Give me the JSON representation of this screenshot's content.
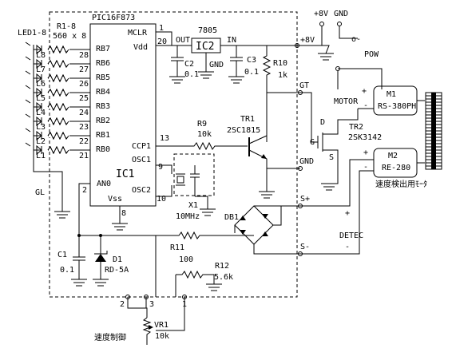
{
  "ic1": {
    "part": "PIC16F873",
    "ref": "IC1",
    "mclr": "MCLR",
    "vdd": "Vdd",
    "vss": "Vss",
    "an0": "AN0",
    "ccp1": "CCP1",
    "osc1": "OSC1",
    "osc2": "OSC2",
    "pin_mclr": "1",
    "pin_vdd": "20",
    "pin_an0": "2",
    "pin_vss": "8",
    "pin_ccp1": "13",
    "pin_osc1": "9",
    "pin_osc2": "10",
    "ports": [
      {
        "name": "RB7",
        "pin": "28",
        "led": "L8"
      },
      {
        "name": "RB6",
        "pin": "27",
        "led": "L7"
      },
      {
        "name": "RB5",
        "pin": "26",
        "led": "L6"
      },
      {
        "name": "RB4",
        "pin": "25",
        "led": "L5"
      },
      {
        "name": "RB3",
        "pin": "24",
        "led": "L4"
      },
      {
        "name": "RB2",
        "pin": "23",
        "led": "L3"
      },
      {
        "name": "RB1",
        "pin": "22",
        "led": "L2"
      },
      {
        "name": "RB0",
        "pin": "21",
        "led": "L1"
      }
    ]
  },
  "leds": {
    "label": "LED1-8",
    "gl": "GL"
  },
  "resnet": {
    "ref": "R1-8",
    "value": "560 x 8"
  },
  "reg": {
    "part": "7805",
    "ref": "IC2",
    "out": "OUT",
    "in": "IN",
    "gnd": "GND"
  },
  "c2": {
    "ref": "C2",
    "value": "0.1"
  },
  "c3": {
    "ref": "C3",
    "value": "0.1"
  },
  "r10": {
    "ref": "R10",
    "value": "1k"
  },
  "r9": {
    "ref": "R9",
    "value": "10k"
  },
  "tr1": {
    "ref": "TR1",
    "part": "2SC1815"
  },
  "xtal": {
    "ref": "X1",
    "value": "10MHz"
  },
  "rails": {
    "v8": "+8V",
    "v8_right": "+8V",
    "gnd": "GND",
    "gt": "GT",
    "gnd_right": "GND",
    "splus": "S+",
    "sminus": "S-",
    "pow": "POW",
    "motor": "MOTOR",
    "detec": "DETEC",
    "plus": "+",
    "minus": "-",
    "open": "o-"
  },
  "tr2": {
    "ref": "TR2",
    "part": "2SK3142",
    "d": "D",
    "g": "G",
    "s": "S"
  },
  "m1": {
    "ref": "M1",
    "part": "RS-380PH"
  },
  "m2": {
    "ref": "M2",
    "part": "RE-280",
    "caption": "速度検出用ﾓｰﾀ"
  },
  "db1": {
    "ref": "DB1"
  },
  "r11": {
    "ref": "R11",
    "value": "100"
  },
  "r12": {
    "ref": "R12",
    "value": "5.6k"
  },
  "c1": {
    "ref": "C1",
    "value": "0.1"
  },
  "d1": {
    "ref": "D1",
    "part": "RD-5A"
  },
  "vr1": {
    "ref": "VR1",
    "value": "10k",
    "caption": "速度制御",
    "pin1": "1",
    "pin2": "2",
    "pin3": "3"
  }
}
